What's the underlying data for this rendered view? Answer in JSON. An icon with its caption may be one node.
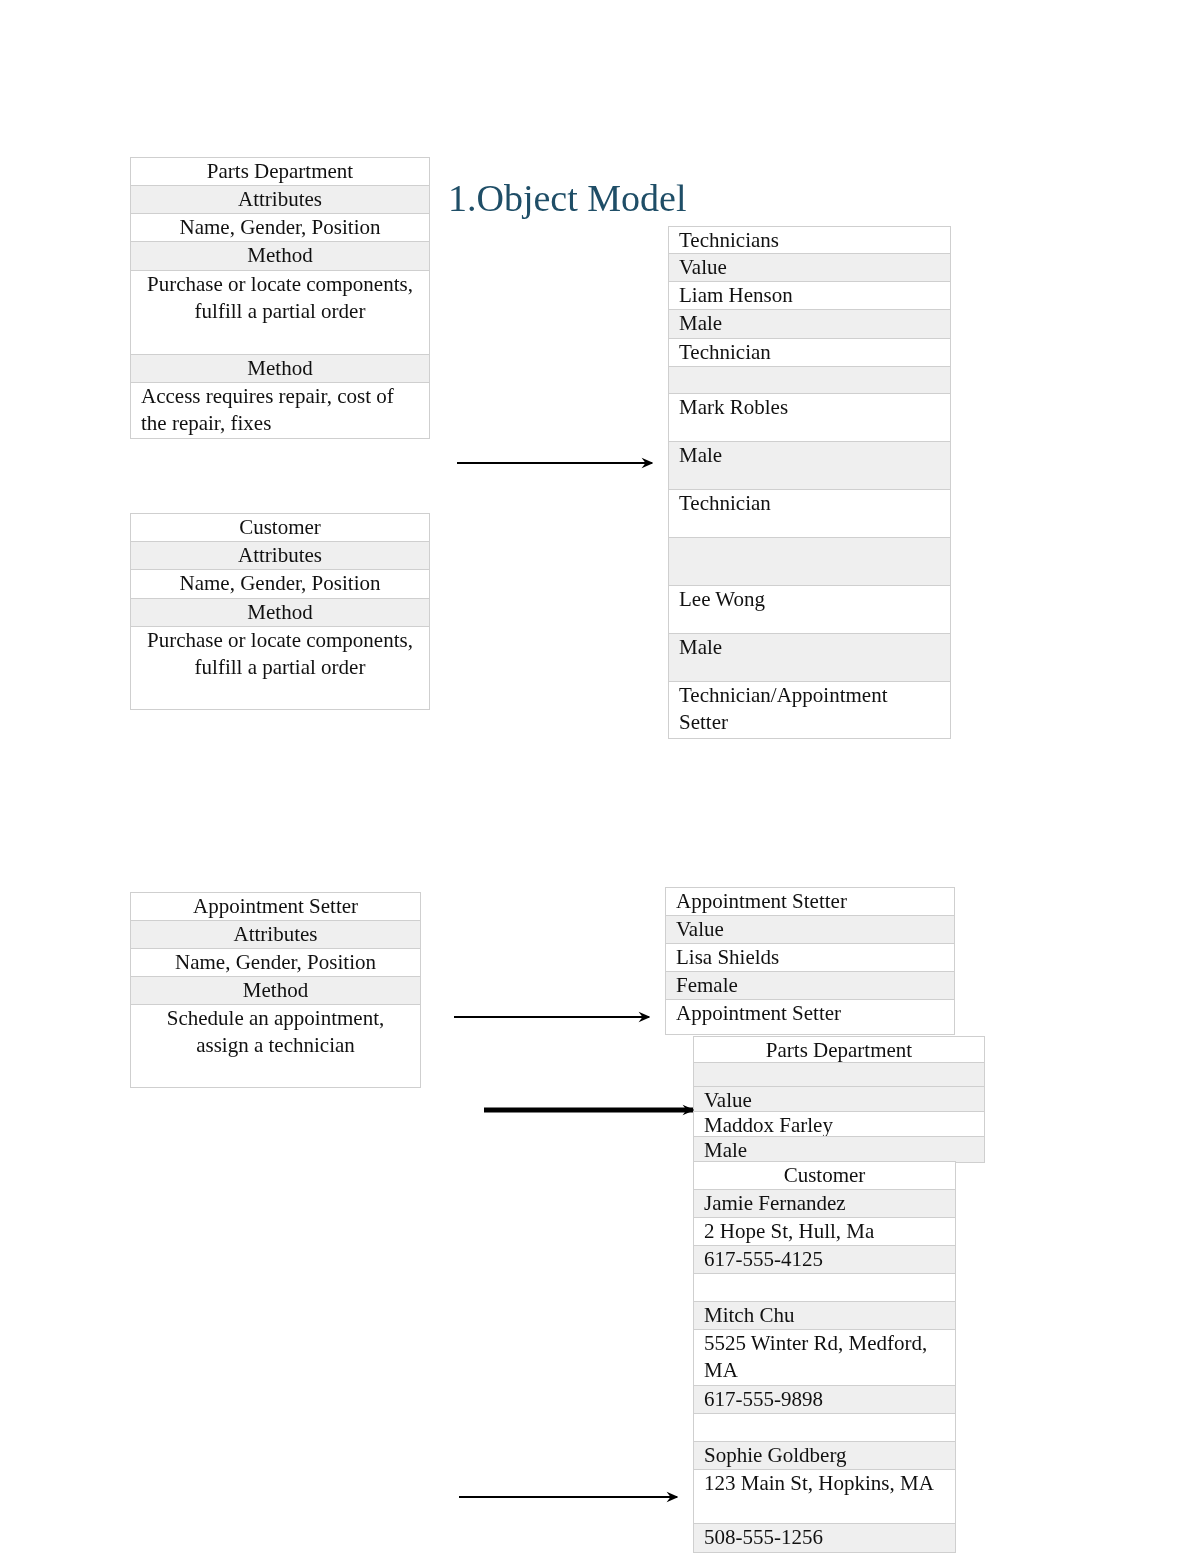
{
  "diagram": {
    "title": "1.Object Model",
    "nodes": [
      {
        "text": [
          "Parts Department",
          "Attributes",
          "Name, Gender, Position",
          "Method",
          "Purchase or locate components, fulfill a partial order",
          "Method",
          "Access requires repair, cost of the repair, fixes"
        ]
      },
      {
        "text": [
          "Technicians",
          "Value",
          "Liam Henson",
          "Male",
          "Technician",
          "Mark Robles",
          "Male",
          "Technician",
          "Lee Wong",
          "Male",
          "Technician/Appointment Setter"
        ]
      },
      {
        "text": [
          "Customer",
          "Attributes",
          "Name, Gender, Position",
          "Method",
          "Purchase or locate components, fulfill a partial order"
        ]
      },
      {
        "text": [
          "Appointment Setter",
          "Attributes",
          "Name, Gender, Position",
          "Method",
          "Schedule an appointment, assign a technician"
        ]
      },
      {
        "text": [
          "Appointment Stetter",
          "Value",
          "Lisa Shields",
          "Female",
          "Appointment Setter"
        ]
      },
      {
        "text": [
          "Parts Department",
          "Value",
          "Maddox Farley",
          "Male"
        ]
      },
      {
        "text": [
          "Customer",
          "Jamie Fernandez",
          "2 Hope St, Hull, Ma",
          "617-555-4125",
          "Mitch Chu",
          "5525 Winter Rd, Medford, MA",
          "617-555-9898",
          "Sophie Goldberg",
          "123 Main St, Hopkins, MA",
          "508-555-1256"
        ]
      }
    ],
    "edges": [
      {
        "from": null,
        "to": 1,
        "arrow": "to"
      },
      {
        "from": null,
        "to": 4,
        "arrow": "to"
      },
      {
        "from": null,
        "to": 5,
        "arrow": "to",
        "style": "thick"
      },
      {
        "from": null,
        "to": 6,
        "arrow": "to"
      }
    ]
  }
}
